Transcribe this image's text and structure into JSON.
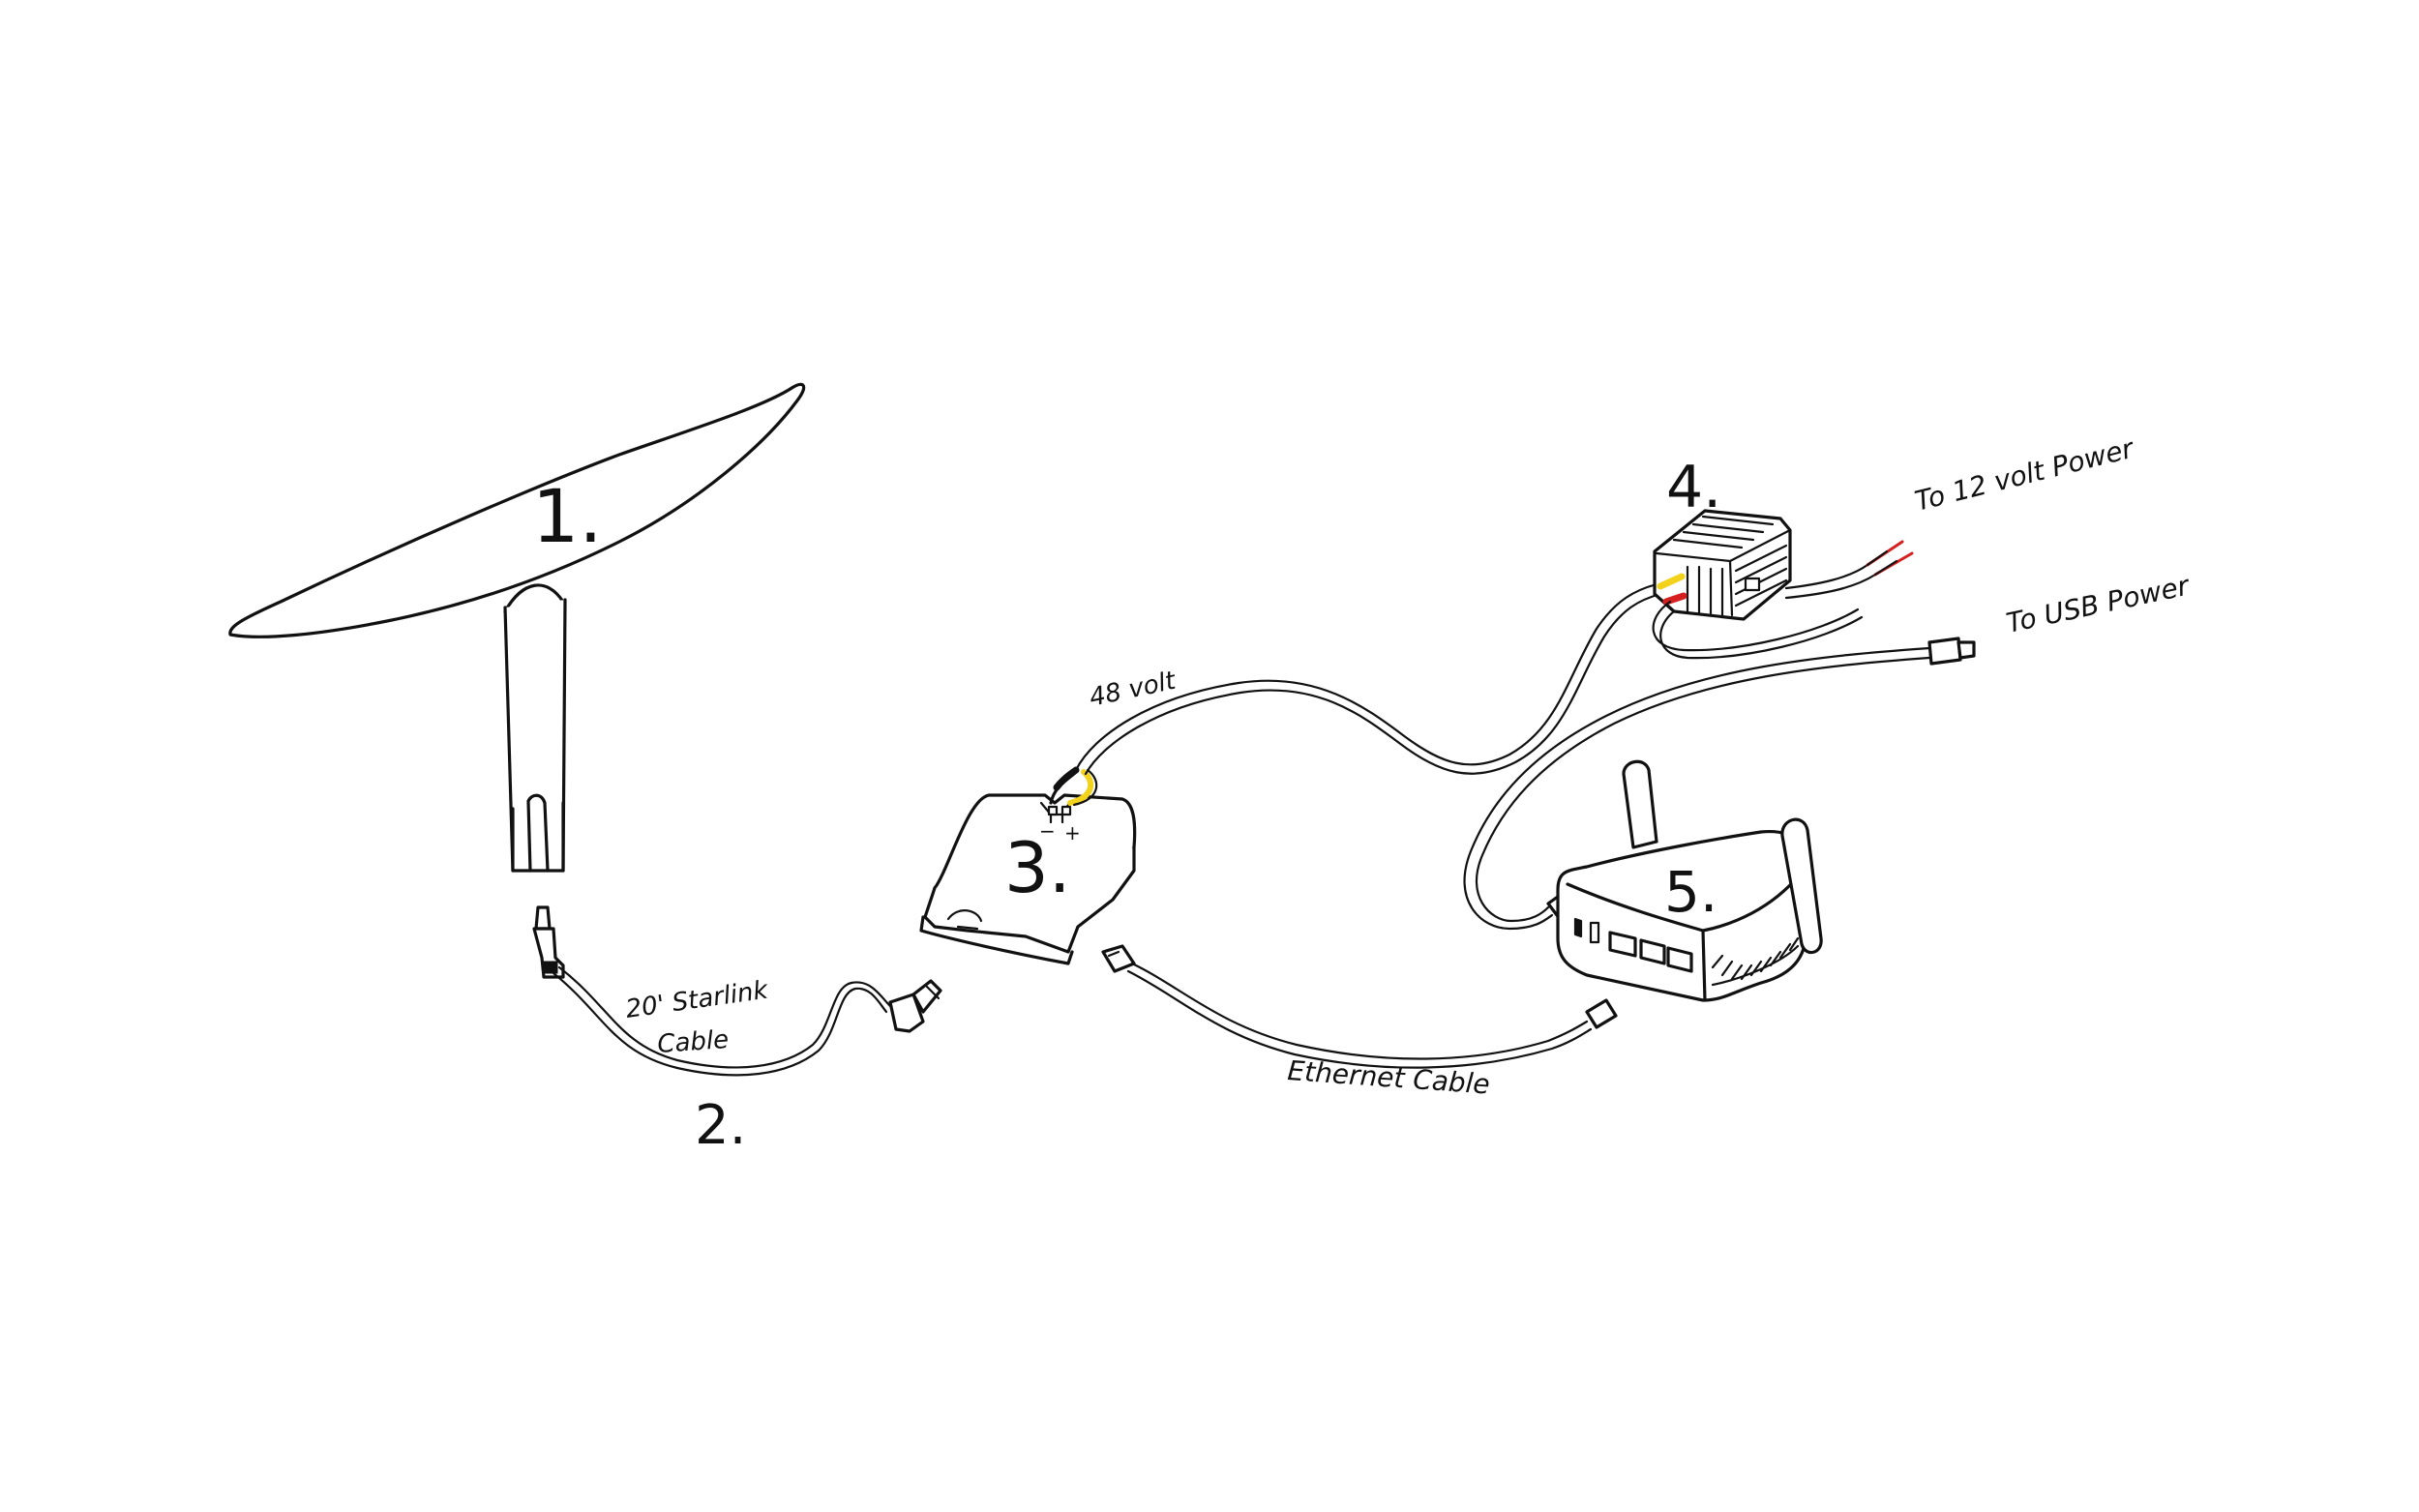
{
  "components": {
    "dish": {
      "number": "1."
    },
    "cable": {
      "number": "2.",
      "label_line1": "20' Starlink",
      "label_line2": "Cable"
    },
    "converter": {
      "number": "3.",
      "voltage_label": "48 volt",
      "minus": "−",
      "plus": "+"
    },
    "power_supply": {
      "number": "4.",
      "label_12v": "To 12 volt Power",
      "label_usb": "To USB Power"
    },
    "router": {
      "number": "5."
    },
    "ethernet": {
      "label": "Ethernet Cable"
    }
  },
  "colors": {
    "ink": "#111111",
    "background": "#ffffff",
    "wire_red": "#d62020",
    "wire_yellow": "#f2d21b"
  }
}
